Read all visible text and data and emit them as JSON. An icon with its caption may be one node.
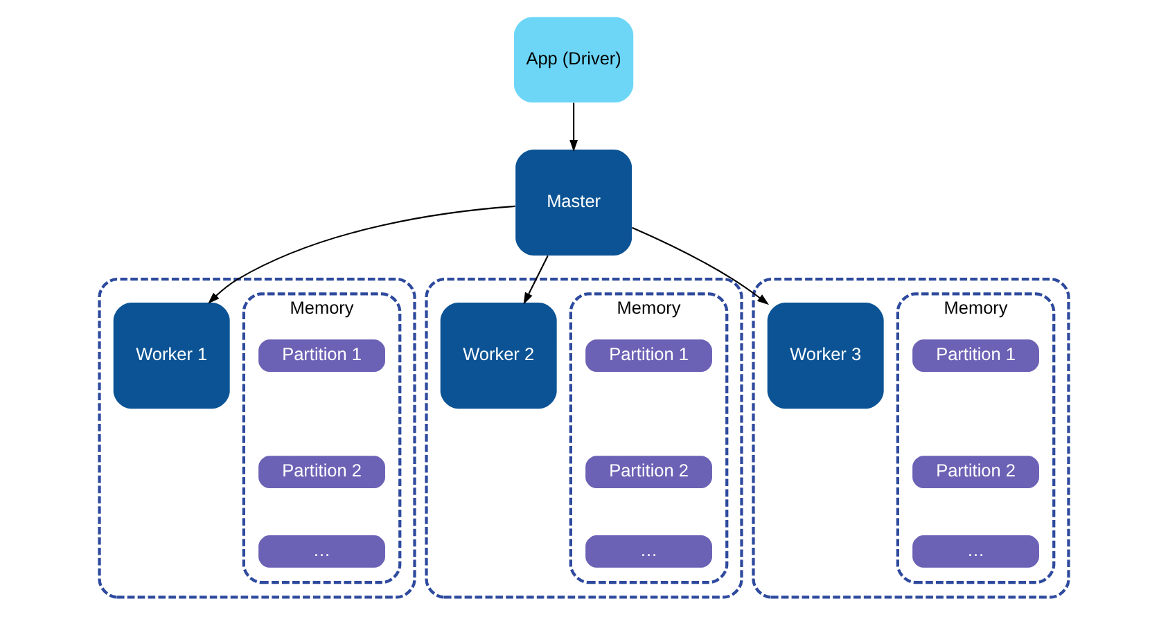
{
  "diagram": {
    "nodes": [
      {
        "text": [
          "App (Driver)"
        ]
      },
      {
        "text": [
          "Master"
        ]
      },
      {
        "text": [],
        "shape": "box"
      },
      {
        "text": [
          "Worker 1"
        ],
        "in": 2
      },
      {
        "text": [
          "Memory"
        ],
        "in": 2
      },
      {
        "text": [
          "Partition 1"
        ],
        "in": 4
      },
      {
        "text": [
          "Partition 2"
        ],
        "in": 4
      },
      {
        "text": [
          "…"
        ],
        "in": 4
      },
      {
        "text": [],
        "shape": "box"
      },
      {
        "text": [
          "Worker 2"
        ],
        "in": 8
      },
      {
        "text": [
          "Memory"
        ],
        "in": 8
      },
      {
        "text": [
          "Partition 1"
        ],
        "in": 10
      },
      {
        "text": [
          "Partition 2"
        ],
        "in": 10
      },
      {
        "text": [
          "…"
        ],
        "in": 10
      },
      {
        "text": [],
        "shape": "box"
      },
      {
        "text": [
          "Worker 3"
        ],
        "in": 14
      },
      {
        "text": [
          "Memory"
        ],
        "in": 14
      },
      {
        "text": [
          "Partition 1"
        ],
        "in": 16
      },
      {
        "text": [
          "Partition 2"
        ],
        "in": 16
      },
      {
        "text": [
          "…"
        ],
        "in": 16
      }
    ],
    "edges": [
      {
        "from": 0,
        "to": 1,
        "arrow": "to"
      },
      {
        "from": 1,
        "to": 3,
        "arrow": "to"
      },
      {
        "from": 1,
        "to": 9,
        "arrow": "to"
      },
      {
        "from": 1,
        "to": 15,
        "arrow": "to"
      }
    ]
  }
}
